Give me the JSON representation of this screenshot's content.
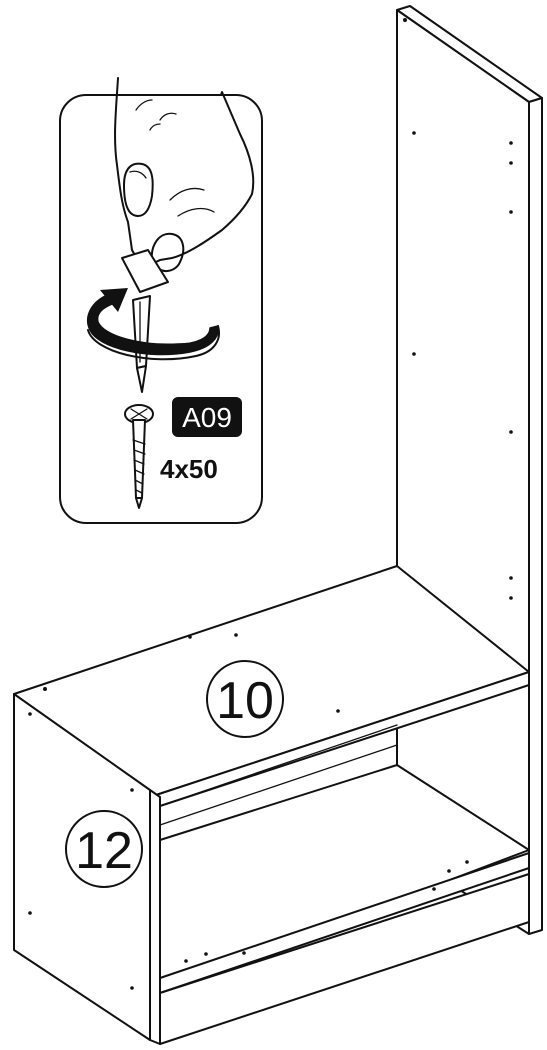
{
  "part_labels": {
    "shelf": "10",
    "side_panel": "12"
  },
  "hardware": {
    "code": "A09",
    "size": "4x50"
  },
  "colors": {
    "line": "#111111",
    "badge_bg": "#111111",
    "badge_text": "#ffffff",
    "background": "#ffffff"
  },
  "icons": {
    "hand": "hand-icon",
    "screwdriver": "screwdriver-icon",
    "rotation": "clockwise-rotation-arrow-icon",
    "screw": "screw-icon"
  }
}
